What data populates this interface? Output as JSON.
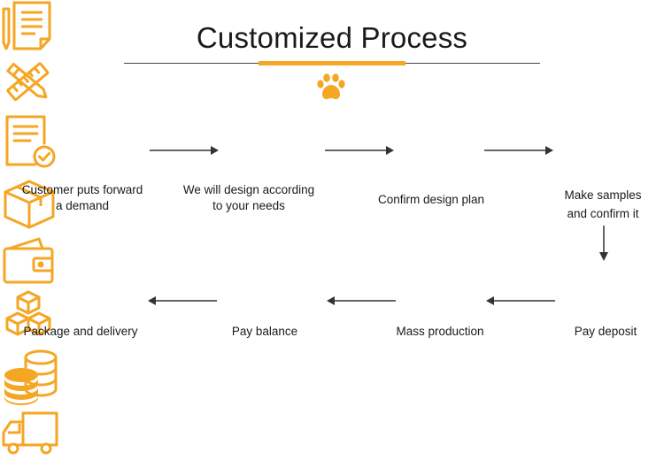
{
  "title": "Customized Process",
  "accent_color": "#f5a623",
  "steps": [
    {
      "icon": "document-with-pen-icon",
      "line1": "Customer puts forward",
      "line2": "a demand"
    },
    {
      "icon": "ruler-and-pencil-icon",
      "line1": "We will design according",
      "line2": "to your needs"
    },
    {
      "icon": "document-with-checkmark-icon",
      "line1": "Confirm design plan",
      "line2": ""
    },
    {
      "icon": "box-icon",
      "line1": "Make samples",
      "line2": "and confirm it"
    },
    {
      "icon": "wallet-icon",
      "line1": "Pay deposit",
      "line2": ""
    },
    {
      "icon": "cubes-icon",
      "line1": "Mass production",
      "line2": ""
    },
    {
      "icon": "coin-stack-icon",
      "line1": "Pay balance",
      "line2": ""
    },
    {
      "icon": "delivery-truck-icon",
      "line1": "Package and delivery",
      "line2": ""
    }
  ]
}
